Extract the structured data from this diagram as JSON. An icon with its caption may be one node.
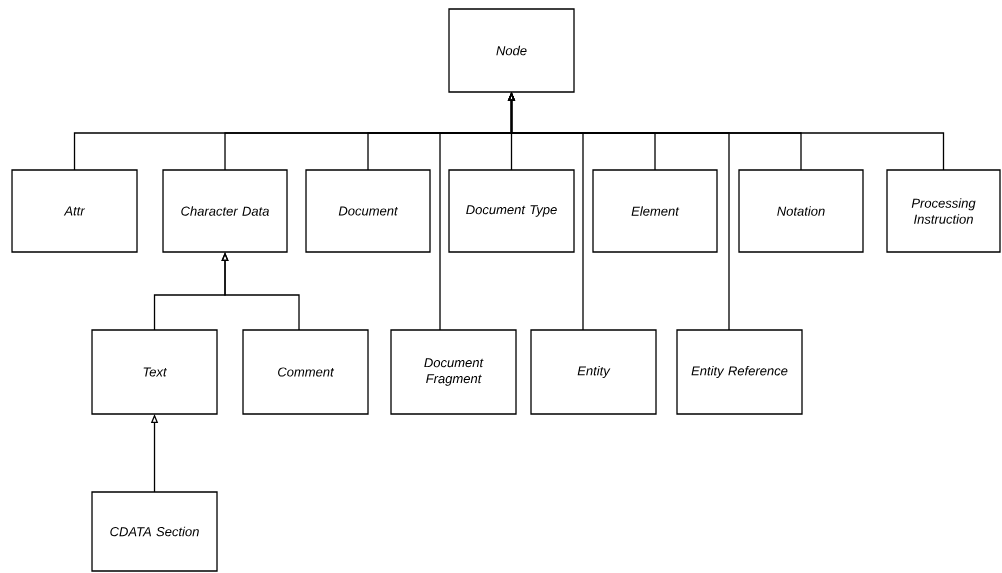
{
  "diagram": {
    "nodes": [
      {
        "text": [
          "Node"
        ]
      },
      {
        "text": [
          "Attr"
        ]
      },
      {
        "text": [
          "Character Data"
        ]
      },
      {
        "text": [
          "Document"
        ]
      },
      {
        "text": [
          "Document Type"
        ]
      },
      {
        "text": [
          "Element"
        ]
      },
      {
        "text": [
          "Notation"
        ]
      },
      {
        "text": [
          "Processing Instruction"
        ]
      },
      {
        "text": [
          "Text"
        ]
      },
      {
        "text": [
          "Comment"
        ]
      },
      {
        "text": [
          "Document Fragment"
        ]
      },
      {
        "text": [
          "Entity"
        ]
      },
      {
        "text": [
          "Entity Reference"
        ]
      },
      {
        "text": [
          "CDATA Section"
        ]
      }
    ],
    "edges": [
      {
        "from": 1,
        "to": 0,
        "arrow": "to"
      },
      {
        "from": 2,
        "to": 0,
        "arrow": "to"
      },
      {
        "from": 3,
        "to": 0,
        "arrow": "to"
      },
      {
        "from": 4,
        "to": 0,
        "arrow": "to"
      },
      {
        "from": 5,
        "to": 0,
        "arrow": "to"
      },
      {
        "from": 6,
        "to": 0,
        "arrow": "to"
      },
      {
        "from": 7,
        "to": 0,
        "arrow": "to"
      },
      {
        "from": 10,
        "to": 0,
        "arrow": "to"
      },
      {
        "from": 11,
        "to": 0,
        "arrow": "to"
      },
      {
        "from": 12,
        "to": 0,
        "arrow": "to"
      },
      {
        "from": 8,
        "to": 2,
        "arrow": "to"
      },
      {
        "from": 9,
        "to": 2,
        "arrow": "to"
      },
      {
        "from": 13,
        "to": 8,
        "arrow": "to"
      }
    ]
  }
}
